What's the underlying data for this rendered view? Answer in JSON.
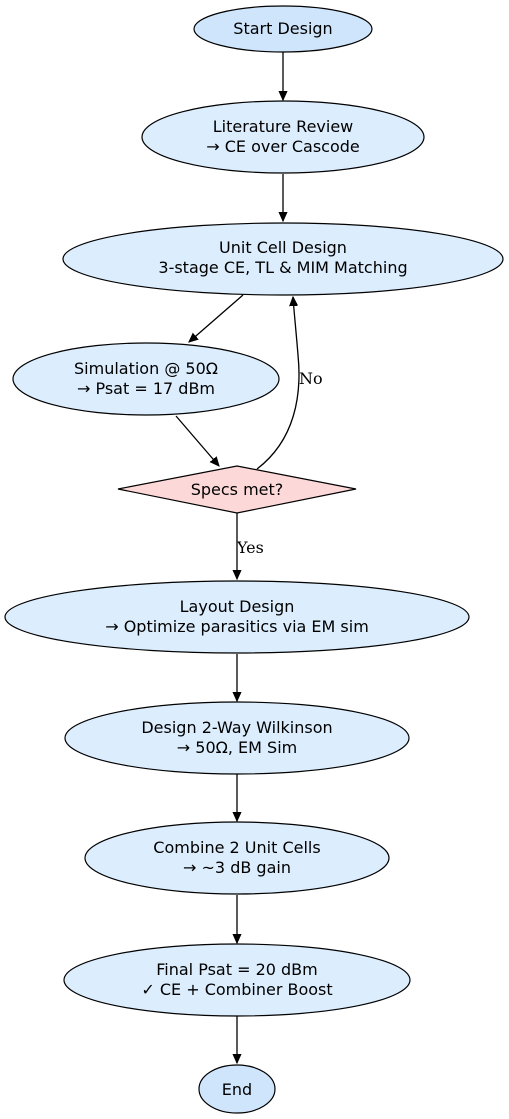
{
  "colors": {
    "terminal_fill": "#cfe5fb",
    "process_fill": "#dcedfd",
    "decision_fill": "#fdd8d8",
    "stroke": "#000000"
  },
  "nodes": {
    "start": {
      "lines": [
        "Start Design"
      ]
    },
    "literature": {
      "lines": [
        "Literature Review",
        "→ CE over Cascode"
      ]
    },
    "unit_cell": {
      "lines": [
        "Unit Cell Design",
        "3-stage CE, TL & MIM Matching"
      ]
    },
    "simulation": {
      "lines": [
        "Simulation @ 50Ω",
        "→ Psat = 17 dBm"
      ]
    },
    "decision": {
      "lines": [
        "Specs met?"
      ]
    },
    "layout": {
      "lines": [
        "Layout Design",
        "→ Optimize parasitics via EM sim"
      ]
    },
    "wilkinson": {
      "lines": [
        "Design 2-Way Wilkinson",
        "→ 50Ω, EM Sim"
      ]
    },
    "combine": {
      "lines": [
        "Combine 2 Unit Cells",
        "→ ~3 dB gain"
      ]
    },
    "final": {
      "lines": [
        "Final Psat = 20 dBm",
        "✓ CE + Combiner Boost"
      ]
    },
    "end": {
      "lines": [
        "End"
      ]
    }
  },
  "edges": {
    "no_label": "No",
    "yes_label": "Yes"
  }
}
